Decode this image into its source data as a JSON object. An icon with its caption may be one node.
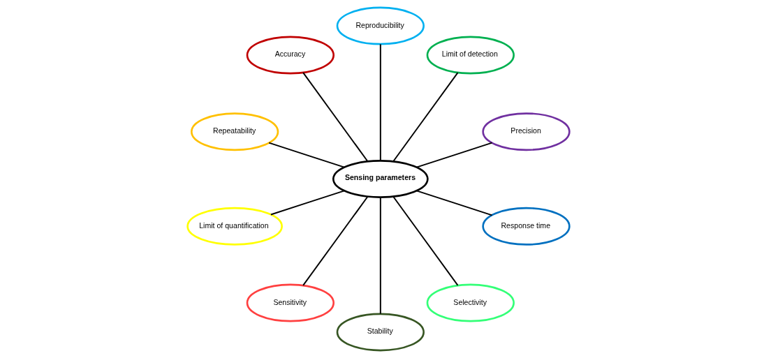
{
  "diagram": {
    "nodes": [
      {
        "text": [
          "Sensing parameters"
        ]
      },
      {
        "text": [
          "Precision"
        ]
      },
      {
        "text": [
          "Limit of detection"
        ]
      },
      {
        "text": [
          "Reproducibility"
        ]
      },
      {
        "text": [
          "Accuracy"
        ]
      },
      {
        "text": [
          "Repeatability"
        ]
      },
      {
        "text": [
          "Limit of quantification"
        ]
      },
      {
        "text": [
          "Sensitivity"
        ]
      },
      {
        "text": [
          "Stability"
        ]
      },
      {
        "text": [
          "Selectivity"
        ]
      },
      {
        "text": [
          "Response time"
        ]
      }
    ],
    "edges": [
      {
        "from": 0,
        "to": 1,
        "arrow": "none"
      },
      {
        "from": 0,
        "to": 2,
        "arrow": "none"
      },
      {
        "from": 0,
        "to": 3,
        "arrow": "none"
      },
      {
        "from": 0,
        "to": 4,
        "arrow": "none"
      },
      {
        "from": 0,
        "to": 5,
        "arrow": "none"
      },
      {
        "from": 0,
        "to": 6,
        "arrow": "none"
      },
      {
        "from": 0,
        "to": 7,
        "arrow": "none"
      },
      {
        "from": 0,
        "to": 8,
        "arrow": "none"
      },
      {
        "from": 0,
        "to": 9,
        "arrow": "none"
      },
      {
        "from": 0,
        "to": 10,
        "arrow": "none"
      }
    ]
  }
}
